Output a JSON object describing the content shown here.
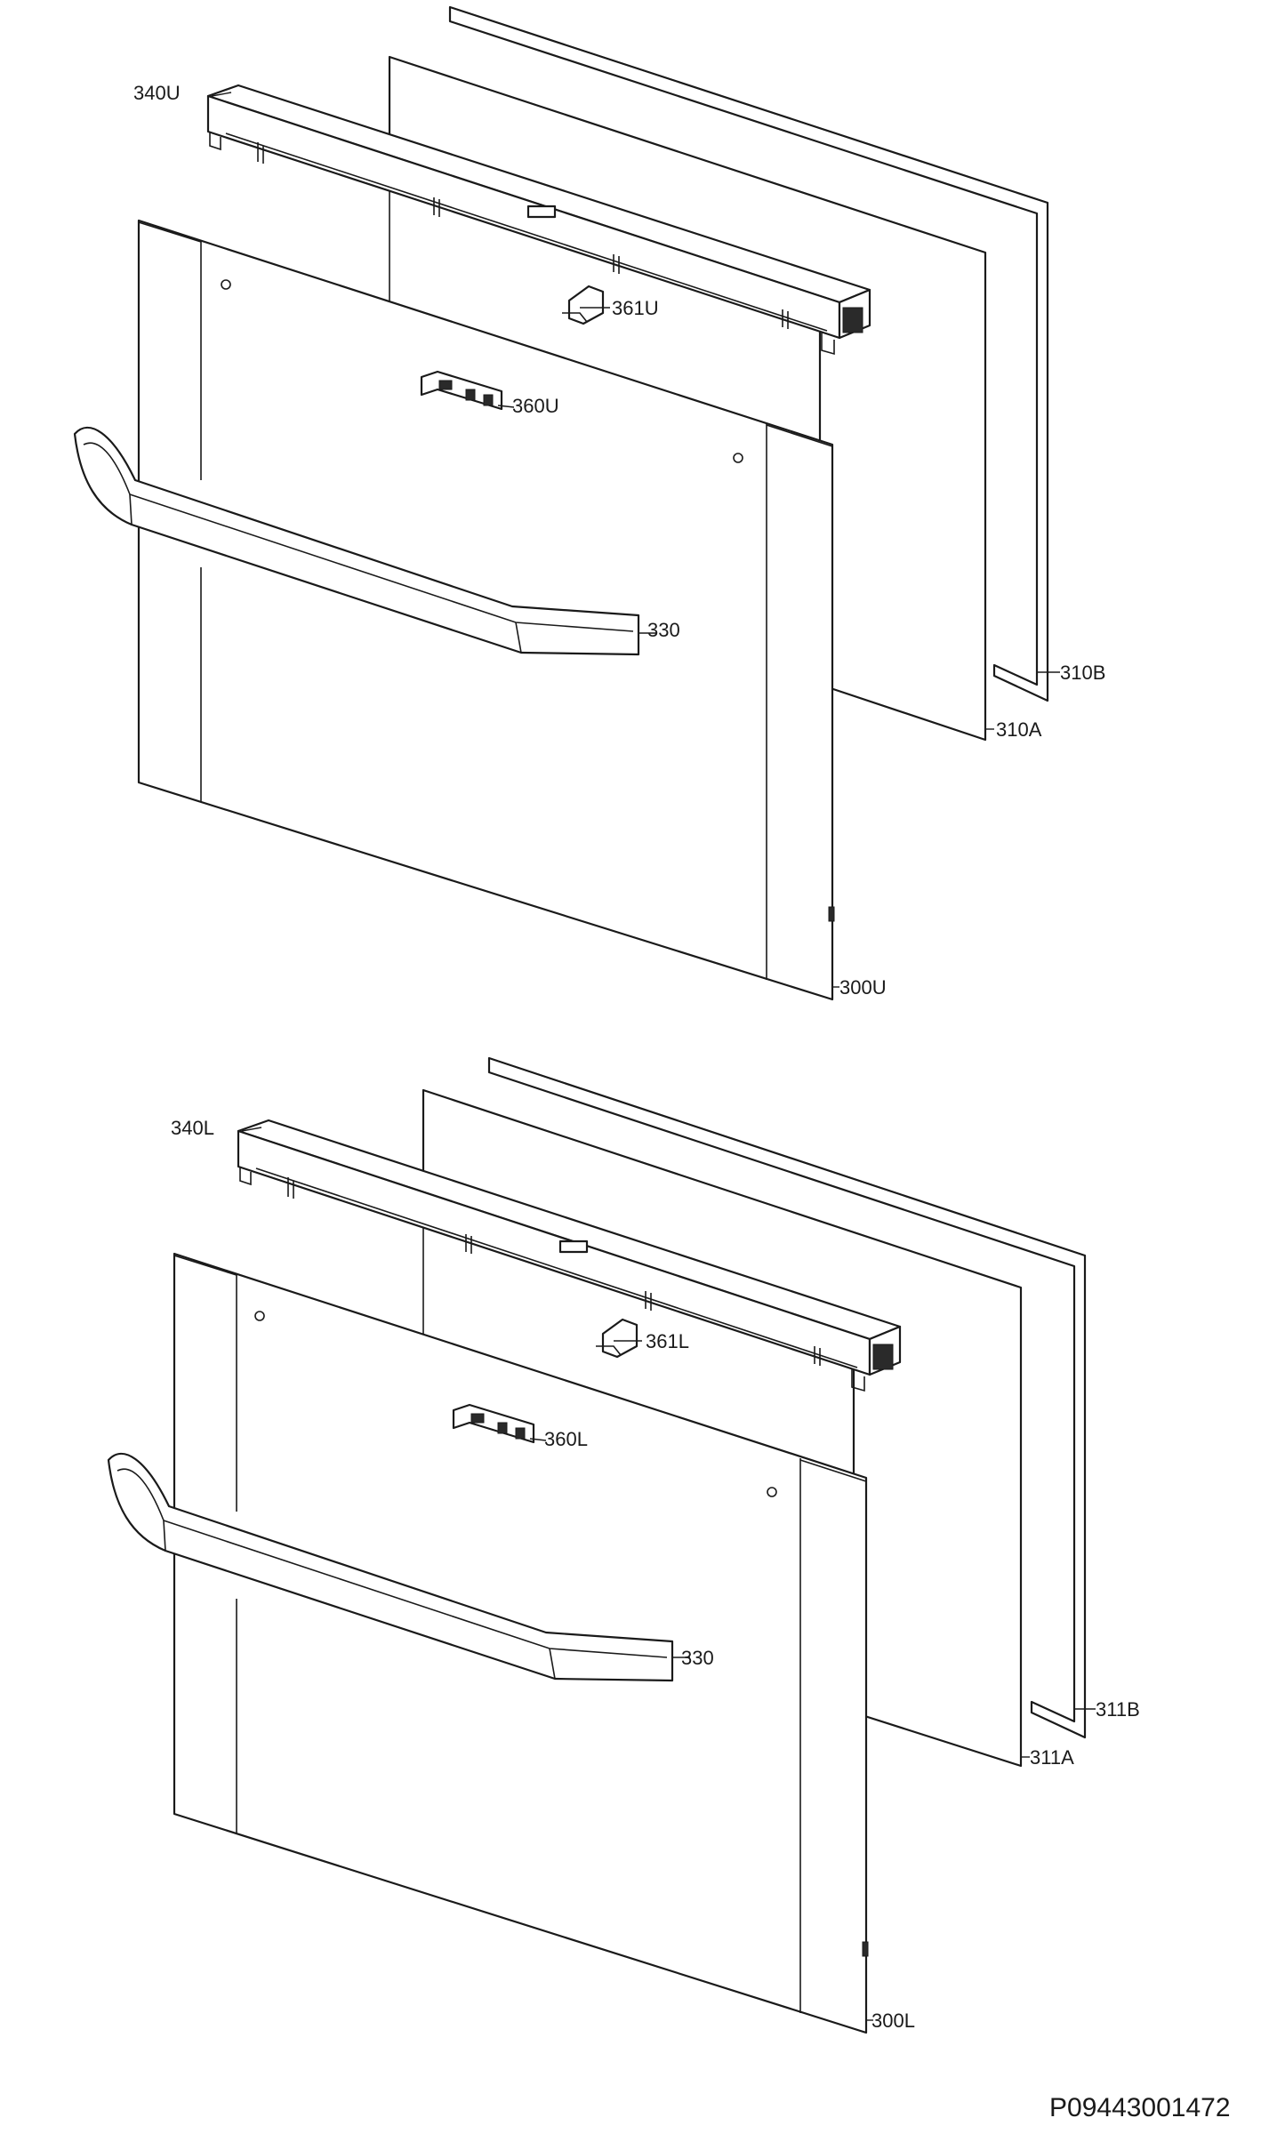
{
  "upper_assembly": {
    "glass_outer_label": "310B",
    "glass_inner_label": "310A",
    "top_trim_label": "340U",
    "clip_rear_label": "361U",
    "clip_front_label": "360U",
    "handle_label": "330",
    "door_panel_label": "300U"
  },
  "lower_assembly": {
    "glass_outer_label": "311B",
    "glass_inner_label": "311A",
    "top_trim_label": "340L",
    "clip_rear_label": "361L",
    "clip_front_label": "360L",
    "handle_label": "330",
    "door_panel_label": "300L"
  },
  "document_number": "P09443001472"
}
